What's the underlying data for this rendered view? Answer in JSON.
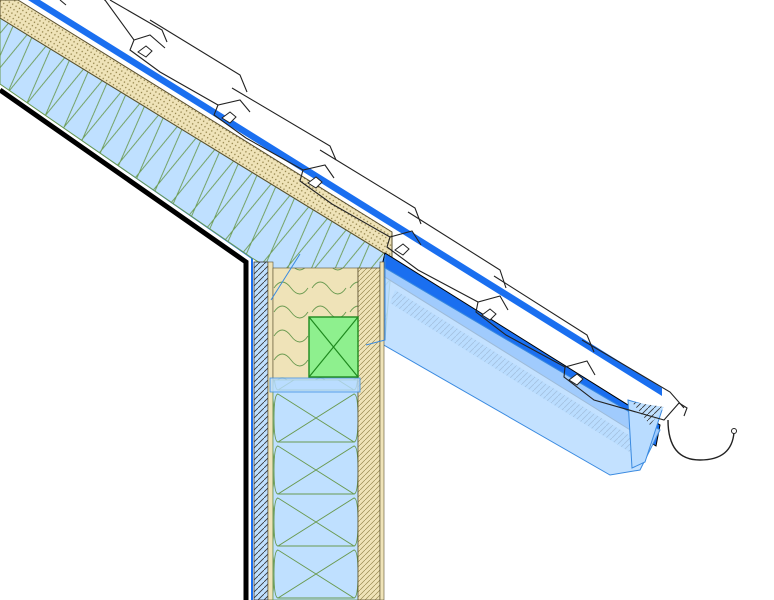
{
  "drawing": {
    "kind": "eaves-section-detail",
    "colors": {
      "background": "#ffffff",
      "insulation_fill": "#bfe0ff",
      "insulation_line": "#6a9a50",
      "accent_blue": "#1a6ff0",
      "board": "#efe3b8",
      "timber_block": "#8ef08e",
      "outline": "#000000",
      "tile_stroke": "#222222",
      "translucent_fill": "#b9dcff"
    },
    "icons": [
      "roof-tile",
      "gutter",
      "timber-plate",
      "insulation-batt"
    ]
  }
}
